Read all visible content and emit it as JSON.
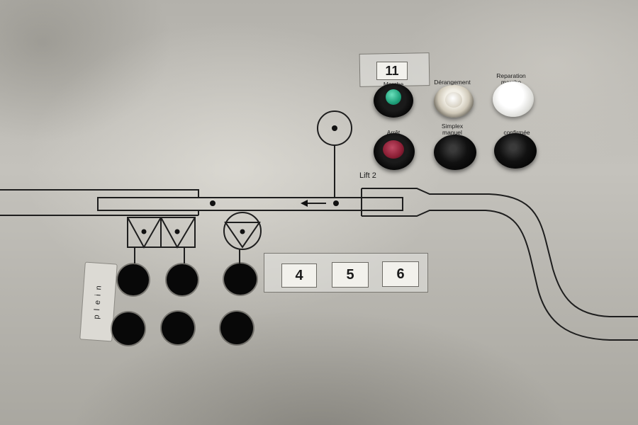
{
  "panel_number": "11",
  "button_labels": {
    "marche": "Marche",
    "derangement": "Dérangement",
    "reparation": "Reparation marche",
    "arret": "Arrêt",
    "simplex": "Simplex manuel",
    "confirmee": "confirmée"
  },
  "lift_label": "Lift 2",
  "selector_labels": [
    "4",
    "5",
    "6"
  ],
  "vertical_label": "plein",
  "colors": {
    "steel": "#b3b1ab",
    "line": "#1e1e1e",
    "green_lamp": "#1fa07a",
    "red_lamp": "#8a1e34",
    "white_button": "#eeeeec",
    "clear_lamp": "#d8d2c4"
  },
  "icons": {
    "tank": "sensor-circle-icon",
    "arrow": "flow-arrow-icon",
    "hoppers": "double-hopper-icon",
    "valve": "triangle-valve-icon"
  }
}
